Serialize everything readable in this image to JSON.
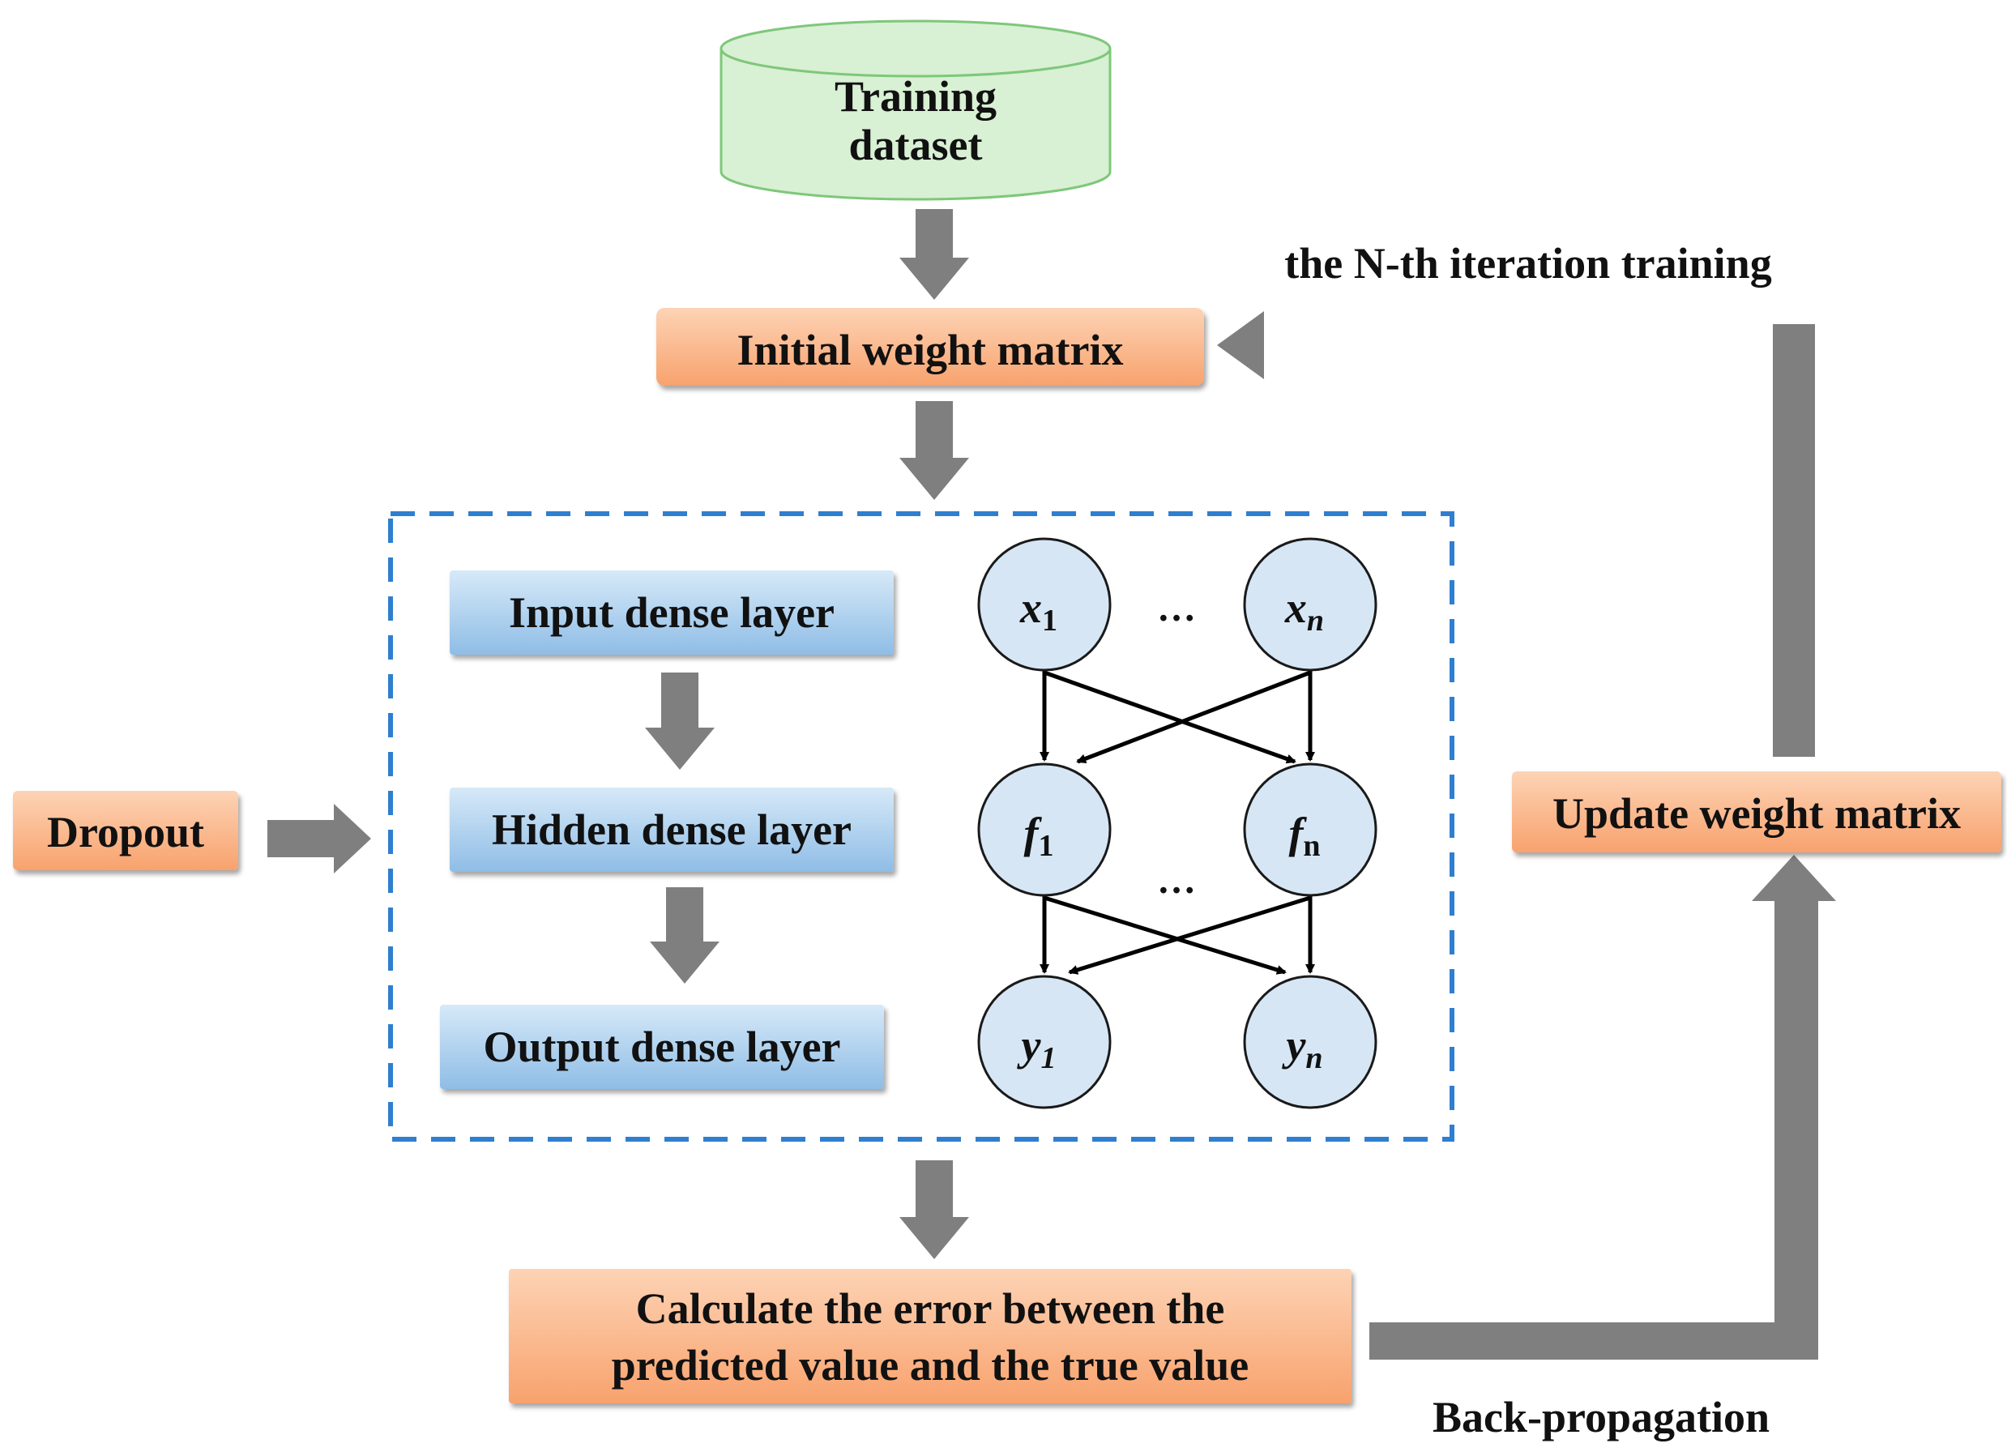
{
  "colors": {
    "orange_top": "#fdd3b5",
    "orange_bottom": "#f8a26d",
    "blue_top": "#d6e9f8",
    "blue_bottom": "#8fbde6",
    "green_fill": "#d8f0d3",
    "green_stroke": "#7ec77a",
    "arrow_gray": "#7f7f7f",
    "dashed_blue": "#2f7fd0",
    "node_fill": "#d6e6f4",
    "node_stroke": "#1a1a1a"
  },
  "training_dataset": {
    "line1": "Training",
    "line2": "dataset"
  },
  "initial_weight_matrix": "Initial weight matrix",
  "iteration_label": "the N-th iteration training",
  "dropout": "Dropout",
  "layers": {
    "input": "Input dense layer",
    "hidden": "Hidden dense layer",
    "output": "Output dense layer"
  },
  "network": {
    "ellipsis": "…",
    "x1": {
      "base": "x",
      "sub": "1"
    },
    "xn": {
      "base": "x",
      "sub": "n"
    },
    "f1": {
      "base": "f",
      "sub": "1"
    },
    "fn": {
      "base": "f",
      "sub": "n"
    },
    "y1": {
      "base": "y",
      "sub": "1"
    },
    "yn": {
      "base": "y",
      "sub": "n"
    }
  },
  "update_weight_matrix": "Update weight matrix",
  "error_box": {
    "line1": "Calculate the error between the",
    "line2": "predicted value and the true value"
  },
  "backprop_label": "Back-propagation"
}
